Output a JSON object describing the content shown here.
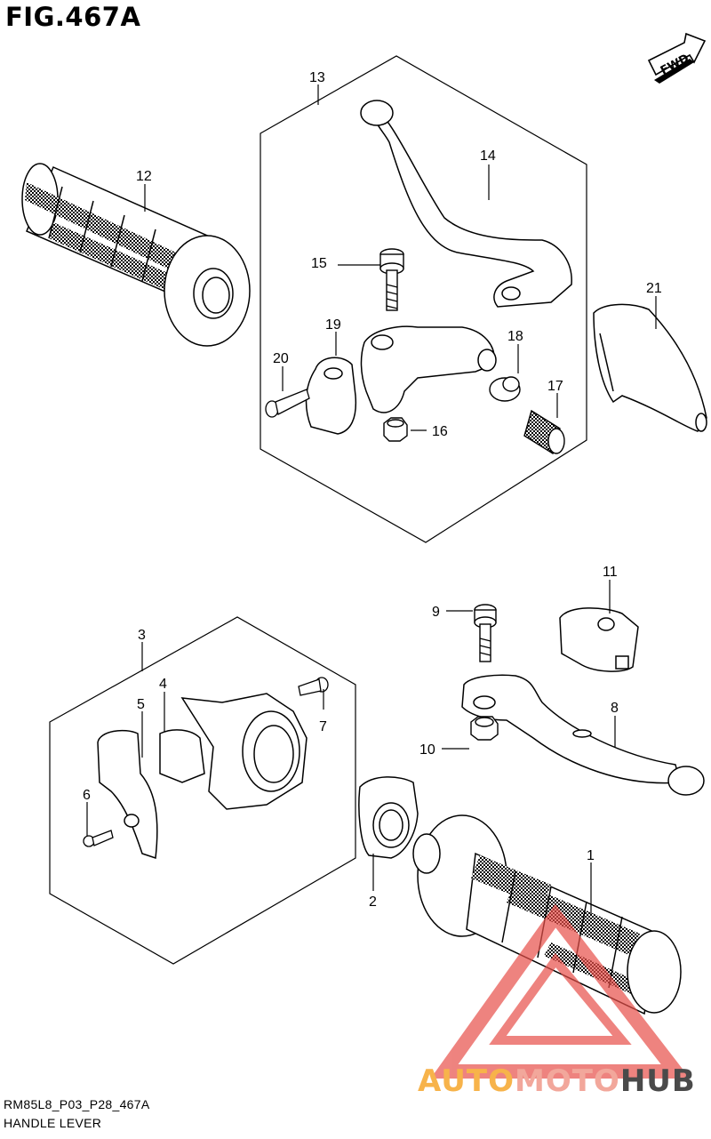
{
  "figure": {
    "title": "FIG.467A",
    "code": "RM85L8_P03_P28_467A",
    "name": "HANDLE LEVER",
    "direction_badge": "FWD"
  },
  "watermark": {
    "part_a": "AUTO",
    "part_b": "MOTO",
    "part_c": "HUB",
    "colors": {
      "auto": "#f7b34a",
      "moto": "#f2a79b",
      "hub": "#4a4a4a",
      "triangle": "#e8504a"
    }
  },
  "callouts": {
    "c1": "1",
    "c2": "2",
    "c3": "3",
    "c4": "4",
    "c5": "5",
    "c6": "6",
    "c7": "7",
    "c8": "8",
    "c9": "9",
    "c10": "10",
    "c11": "11",
    "c12": "12",
    "c13": "13",
    "c14": "14",
    "c15": "15",
    "c16": "16",
    "c17": "17",
    "c18": "18",
    "c19": "19",
    "c20": "20",
    "c21": "21"
  }
}
